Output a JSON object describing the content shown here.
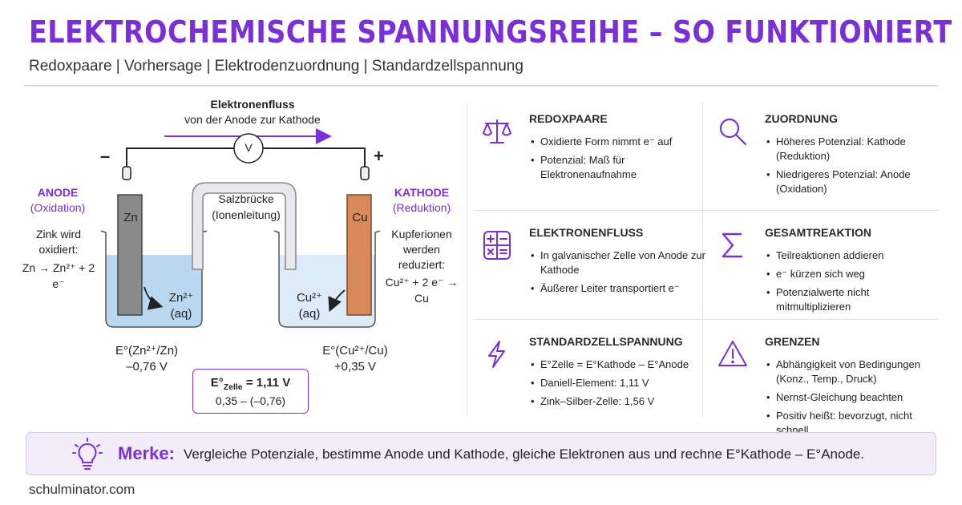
{
  "header": {
    "title": "ELEKTROCHEMISCHE SPANNUNGSREIHE – SO FUNKTIONIERT SIE",
    "subtitle": "Redoxpaare  |  Vorhersage  |  Elektrodenzuordnung  |  Standardzellspannung"
  },
  "diagram": {
    "flow_title": "Elektronenfluss",
    "flow_sub": "von der Anode zur Kathode",
    "voltmeter": "V",
    "minus": "–",
    "plus": "+",
    "anode": {
      "title": "ANODE",
      "sub": "(Oxidation)",
      "desc": "Zink wird oxidiert:",
      "eq": "Zn → Zn²⁺ + 2 e⁻",
      "electrode": "Zn",
      "ion": "Zn²⁺ (aq)",
      "potential_label": "E°(Zn²⁺/Zn)",
      "potential_value": "–0,76 V"
    },
    "kathode": {
      "title": "KATHODE",
      "sub": "(Reduktion)",
      "desc": "Kupferionen werden reduziert:",
      "eq": "Cu²⁺ + 2 e⁻ → Cu",
      "electrode": "Cu",
      "ion": "Cu²⁺ (aq)",
      "potential_label": "E°(Cu²⁺/Cu)",
      "potential_value": "+0,35 V"
    },
    "salt_bridge": "Salzbrücke (Ionenleitung)",
    "cell": {
      "symbol": "E°",
      "sub": "Zelle",
      "value": " = 1,11 V",
      "calc": "0,35 – (–0,76)"
    }
  },
  "cards": [
    {
      "title": "REDOXPAARE",
      "icon": "balance-scale-icon",
      "items": [
        "Oxidierte Form nimmt e⁻ auf",
        "Potenzial: Maß für Elektronenaufnahme"
      ]
    },
    {
      "title": "ZUORDNUNG",
      "icon": "magnifier-icon",
      "items": [
        "Höheres Potenzial: Kathode (Reduktion)",
        "Niedrigeres Potenzial: Anode (Oxidation)"
      ]
    },
    {
      "title": "ELEKTRONENFLUSS",
      "icon": "calculator-icon",
      "items": [
        "In galvanischer Zelle von Anode zur Kathode",
        "Äußerer Leiter transportiert e⁻"
      ]
    },
    {
      "title": "GESAMTREAKTION",
      "icon": "sigma-icon",
      "items": [
        "Teilreaktionen addieren",
        "e⁻ kürzen sich weg",
        "Potenzialwerte nicht mitmultiplizieren"
      ]
    },
    {
      "title": "STANDARDZELLSPANNUNG",
      "icon": "lightning-icon",
      "items": [
        "E°Zelle = E°Kathode – E°Anode",
        "Daniell-Element: 1,11 V",
        "Zink–Silber-Zelle: 1,56 V"
      ]
    },
    {
      "title": "GRENZEN",
      "icon": "warning-icon",
      "items": [
        "Abhängigkeit von Bedingungen (Konz., Temp., Druck)",
        "Nernst-Gleichung beachten",
        "Positiv heißt: bevorzugt, nicht schnell"
      ]
    }
  ],
  "merke": {
    "label": "Merke:",
    "text": "Vergleiche Potenziale, bestimme Anode und Kathode, gleiche Elektronen aus und rechne E°Kathode – E°Anode."
  },
  "footer": "schulminator.com",
  "colors": {
    "accent": "#7b2fd6",
    "copper": "#d98a5a",
    "zinc": "#8a8a8a",
    "solution": "#cfe4f5",
    "merke_bg": "#f3ecfb"
  }
}
